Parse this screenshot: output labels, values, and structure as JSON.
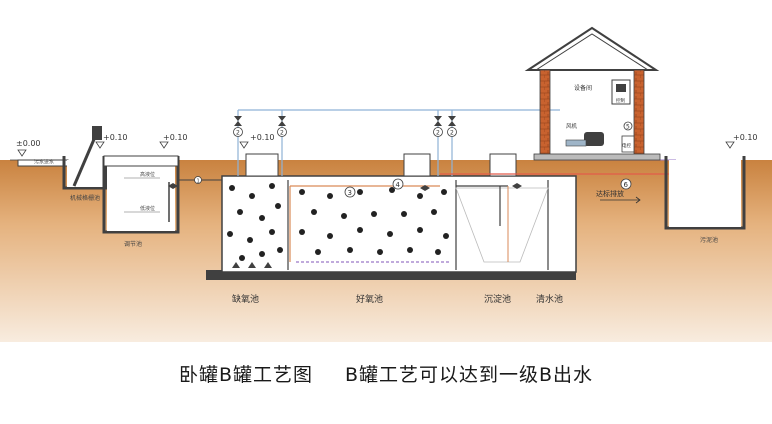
{
  "caption": {
    "left": "卧罐B罐工艺图",
    "right": "B罐工艺可以达到一级B出水"
  },
  "levels": {
    "ground": "±0.00",
    "p1": "+0.10",
    "p2": "+0.10",
    "p3": "+0.10",
    "p4": "+0.10"
  },
  "labels": {
    "inlet_channel": "污水进水",
    "screen": "机械格栅池",
    "high_level": "高液位",
    "low_level": "低液位",
    "regulating": "调节池",
    "anoxic": "缺氧池",
    "aerobic": "好氧池",
    "settling": "沉淀池",
    "clear": "清水池",
    "equipment_room": "设备间",
    "blower": "风机",
    "control": "控制",
    "discharge": "达标排放",
    "sludge": "污泥池",
    "cabinet": "电控"
  },
  "markers": {
    "m1": "1",
    "m2a": "2",
    "m2b": "2",
    "m2c": "2",
    "m2d": "2",
    "m3": "3",
    "m4": "4",
    "m5": "5",
    "m6": "6"
  },
  "colors": {
    "soil_top": "#c9823f",
    "soil_bottom": "#f6e6d3",
    "tank_fill": "#ffffff",
    "wall": "#404040",
    "pipe_air": "#8fb2d6",
    "pipe_return": "#d98a58",
    "pipe_red": "#e25b4a",
    "pipe_purple": "#9a78c8",
    "brick": "#c8622f"
  }
}
